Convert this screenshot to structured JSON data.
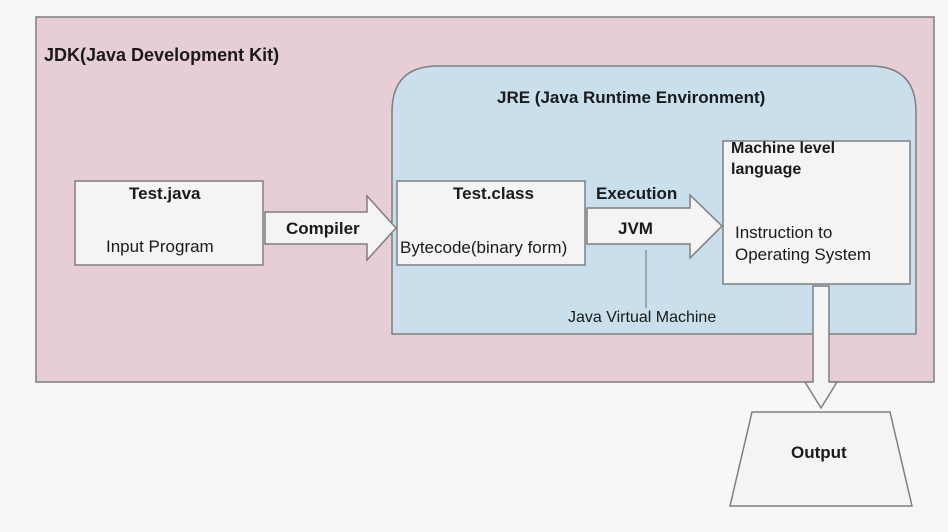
{
  "jdk": {
    "label": "JDK(Java Development Kit)"
  },
  "jre": {
    "label": "JRE (Java Runtime Environment)"
  },
  "source_box": {
    "title": "Test.java",
    "subtitle": "Input Program"
  },
  "compiler_arrow": {
    "label": "Compiler"
  },
  "class_box": {
    "title": "Test.class",
    "subtitle": "Bytecode(binary form)"
  },
  "execution_arrow": {
    "label_top": "Execution",
    "label_inner": "JVM"
  },
  "jvm_callout": {
    "label": "Java Virtual Machine"
  },
  "machine_box": {
    "title_line1": "Machine level",
    "title_line2": "language",
    "subtitle_line1": "Instruction to",
    "subtitle_line2": "Operating System"
  },
  "output": {
    "label": "Output"
  },
  "colors": {
    "jdk_fill": "#e6cdd6",
    "jre_fill": "#c9dfec",
    "box_fill": "#f4f4f4",
    "stroke": "#7f7f7f"
  }
}
